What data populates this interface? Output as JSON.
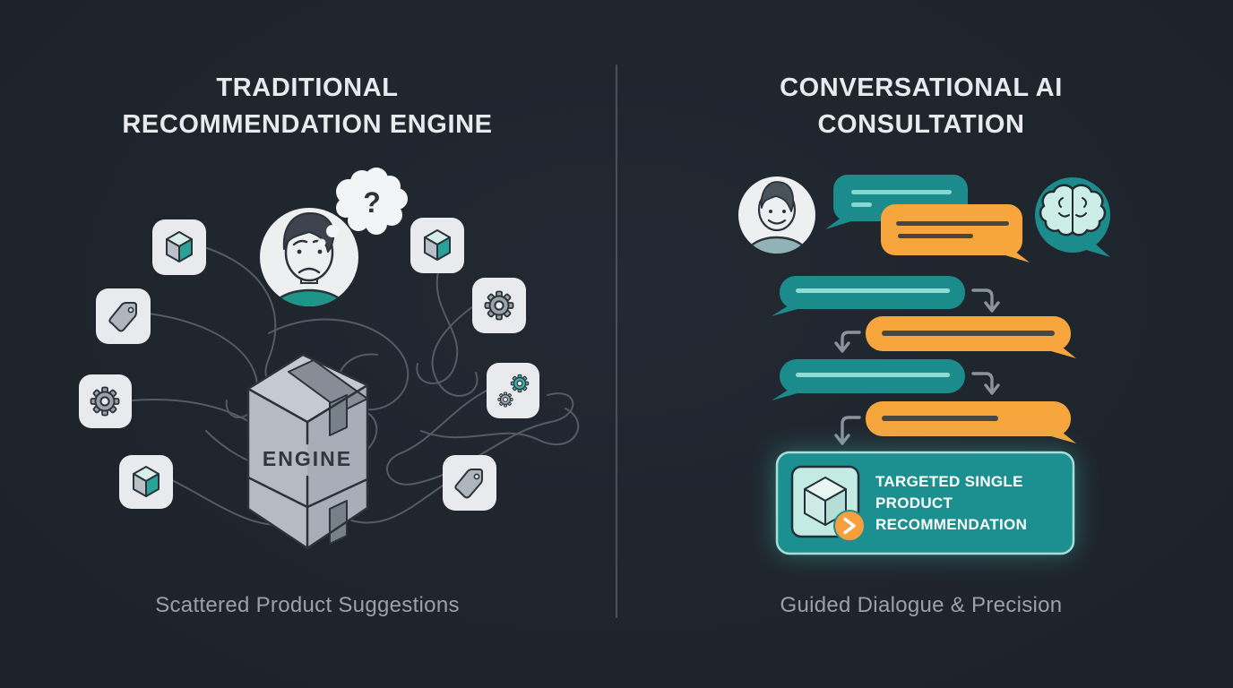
{
  "left": {
    "title_line1": "TRADITIONAL",
    "title_line2": "RECOMMENDATION ENGINE",
    "engine_label": "ENGINE",
    "thought_symbol": "?",
    "caption": "Scattered Product Suggestions",
    "scattered_icons": [
      "cube-icon",
      "tag-icon",
      "gear-icon",
      "cube-icon",
      "cube-icon",
      "gear-icon",
      "double-gear-icon",
      "tag-icon"
    ],
    "person_icon": "confused-user-icon"
  },
  "right": {
    "title_line1": "CONVERSATIONAL AI",
    "title_line2": "CONSULTATION",
    "caption": "Guided Dialogue & Precision",
    "avatar_icon": "user-avatar-icon",
    "ai_icon": "brain-icon",
    "chat_flow": [
      "user-message",
      "ai-message",
      "user-message",
      "ai-message"
    ],
    "recommendation_card": {
      "line1": "TARGETED SINGLE",
      "line2": "PRODUCT",
      "line3": "RECOMMENDATION",
      "icon": "cube-icon",
      "badge_icon": "chevron-right-icon"
    }
  },
  "colors": {
    "background": "#1f252d",
    "teal": "#1b8b8b",
    "orange": "#f7a63e",
    "mint": "#c4eae4",
    "title_text": "#e8ebee",
    "caption_text": "#99a1ab",
    "divider": "#4a515b",
    "tangle_line": "#59616b"
  }
}
